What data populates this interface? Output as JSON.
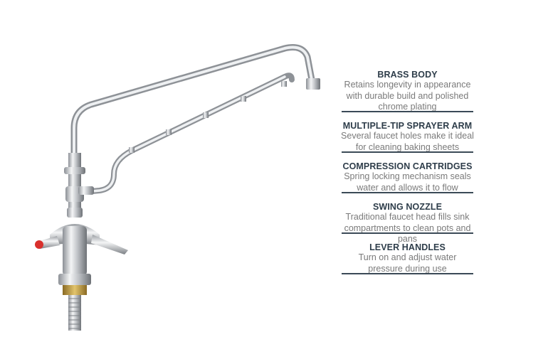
{
  "features": [
    {
      "title": "BRASS BODY",
      "lines": [
        "Retains longevity in appearance",
        "with durable build and polished",
        "chrome plating"
      ]
    },
    {
      "title": "MULTIPLE-TIP SPRAYER ARM",
      "lines": [
        "Several faucet holes make it ideal",
        "for cleaning baking sheets"
      ]
    },
    {
      "title": "COMPRESSION CARTRIDGES",
      "lines": [
        "Spring locking mechanism seals",
        "water and allows it to flow"
      ]
    },
    {
      "title": "SWING NOZZLE",
      "lines": [
        "Traditional faucet head fills sink",
        "compartments to clean pots and pans"
      ]
    },
    {
      "title": "LEVER HANDLES",
      "lines": [
        "Turn on and adjust water",
        "pressure during use"
      ]
    }
  ],
  "colors": {
    "heading": "#2e3d4a",
    "body": "#7a7a7a",
    "rule": "#3b4a57",
    "handle_cap": "#d9302c"
  }
}
